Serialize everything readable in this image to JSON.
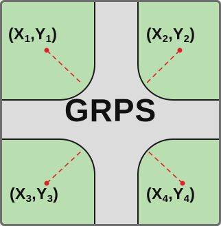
{
  "center_label": "GRPS",
  "corners": [
    {
      "x_main": "(X",
      "x_sub": "1",
      "y_main": ",Y",
      "y_sub": "1",
      "close": ")"
    },
    {
      "x_main": "(X",
      "x_sub": "2",
      "y_main": ",Y",
      "y_sub": "2",
      "close": ")"
    },
    {
      "x_main": "(X",
      "x_sub": "3",
      "y_main": ",Y",
      "y_sub": "3",
      "close": ")"
    },
    {
      "x_main": "(X",
      "x_sub": "4",
      "y_main": ",Y",
      "y_sub": "4",
      "close": ")"
    }
  ],
  "colors": {
    "block_fill": "#b9dfb1",
    "road": "#dcdcdc",
    "frame": "#6e6e6e",
    "marker": "#e0202a"
  }
}
